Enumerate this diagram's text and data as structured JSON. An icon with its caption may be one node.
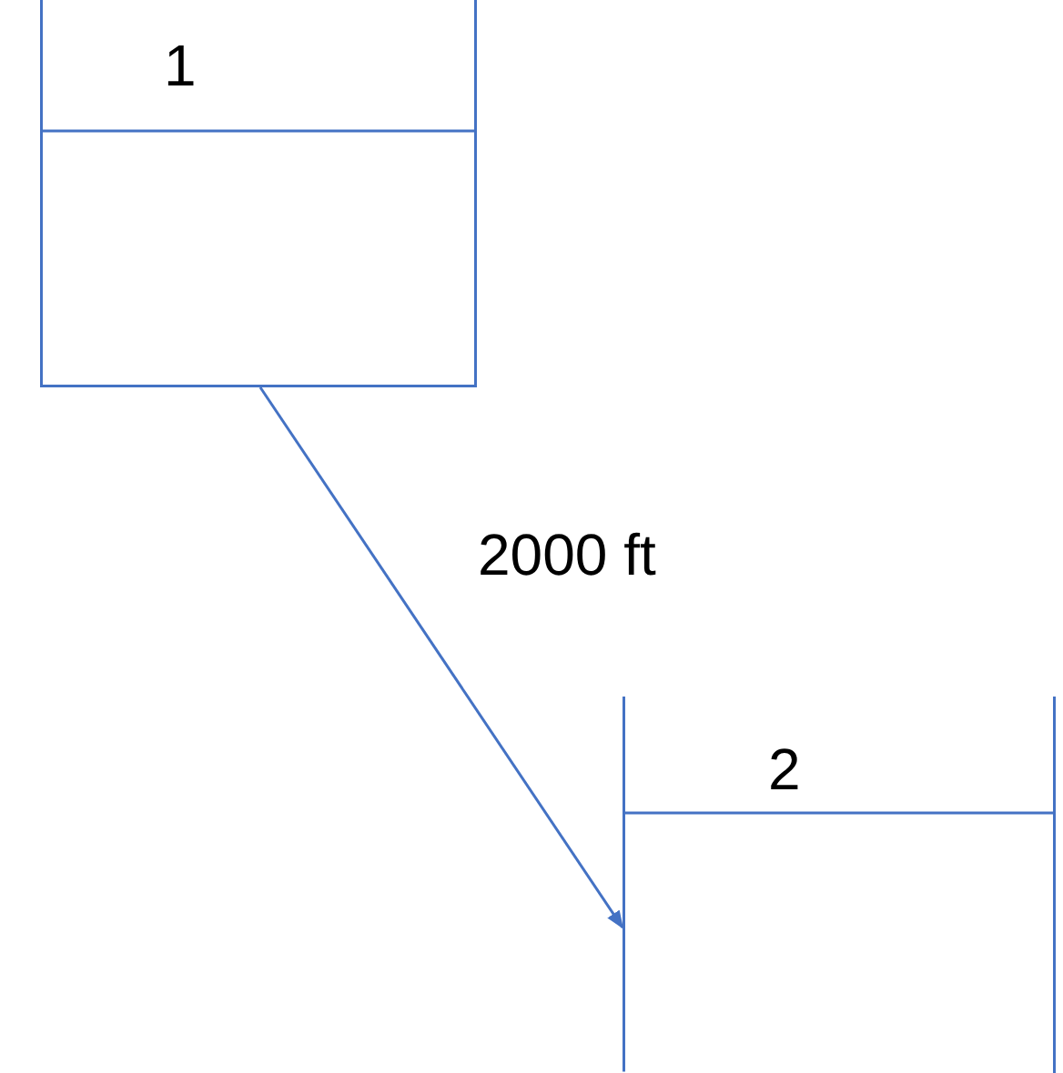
{
  "diagram": {
    "nodes": [
      {
        "text": [
          "1"
        ]
      },
      {
        "text": [
          "2"
        ]
      }
    ],
    "edges": [
      {
        "from": 0,
        "to": 1,
        "arrow": "to",
        "label": "2000 ft"
      }
    ]
  }
}
